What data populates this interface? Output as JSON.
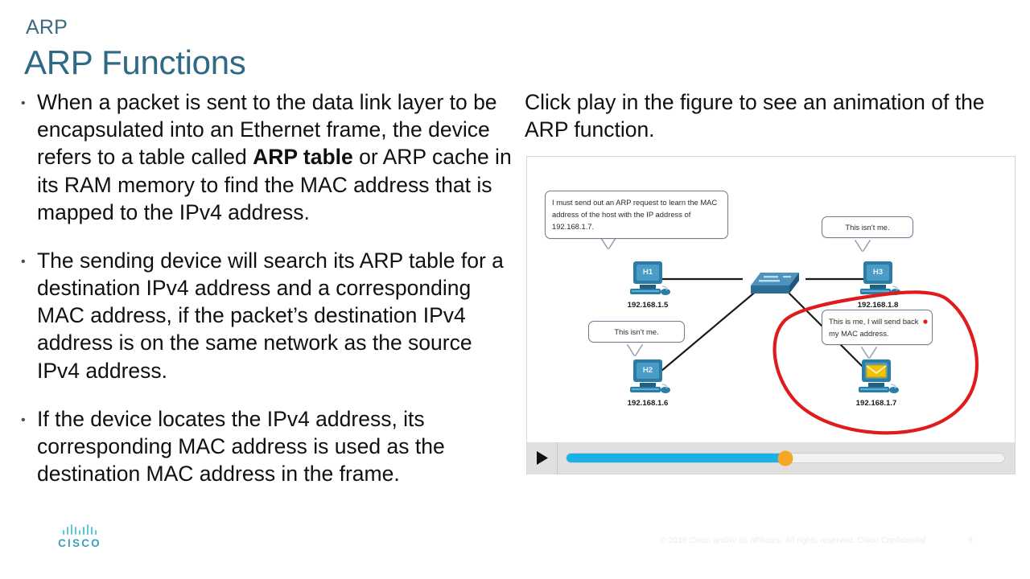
{
  "header": {
    "eyebrow": "ARP",
    "title": "ARP Functions"
  },
  "left_column": {
    "bullets": [
      {
        "pre": "When a packet is sent to the data link layer to be encapsulated into an Ethernet frame, the device refers to a table called ",
        "bold": "ARP table",
        "post": " or ARP cache in its RAM memory to find the MAC address that is mapped to the IPv4 address."
      },
      {
        "pre": "The sending device will search its ARP table for a destination IPv4 address and a corresponding MAC address, if the packet’s destination IPv4 address is on the same network as the source IPv4 address.",
        "bold": "",
        "post": ""
      },
      {
        "pre": "If the device locates the IPv4 address, its corresponding MAC address is used as the destination MAC address in the frame.",
        "bold": "",
        "post": ""
      }
    ]
  },
  "right_column": {
    "instruction": "Click play in the figure to see an animation of the ARP function."
  },
  "figure": {
    "callouts": [
      {
        "id": "sender-callout",
        "text": "I must send out an ARP request to learn the MAC address of the host with the IP address of 192.168.1.7."
      },
      {
        "id": "h3-callout",
        "text": "This isn’t me."
      },
      {
        "id": "h2-callout",
        "text": "This isn’t me."
      },
      {
        "id": "target-callout",
        "text": "This is me, I will send back my MAC address."
      }
    ],
    "hosts": [
      {
        "name": "H1",
        "ip": "192.168.1.5",
        "state": "normal"
      },
      {
        "name": "H3",
        "ip": "192.168.1.8",
        "state": "normal"
      },
      {
        "name": "H2",
        "ip": "192.168.1.6",
        "state": "normal"
      },
      {
        "name": "",
        "ip": "192.168.1.7",
        "state": "envelope"
      }
    ],
    "switch": {
      "name": "switch"
    },
    "annotation": {
      "type": "red-ink-circle",
      "color": "#e01b1b",
      "target": "192.168.1.7"
    }
  },
  "player": {
    "play_label": "▶",
    "progress_percent": 50,
    "fill_color": "#18b2e6",
    "thumb_color": "#f5a623"
  },
  "footer": {
    "logo_text": "CISCO",
    "copyright": "© 2016  Cisco and/or its affiliates. All rights reserved.    Cisco Confidential",
    "page_number": "8"
  },
  "colors": {
    "title": "#2e6a85",
    "eyebrow": "#3d6a80",
    "device_blue": "#2f7ea8"
  }
}
